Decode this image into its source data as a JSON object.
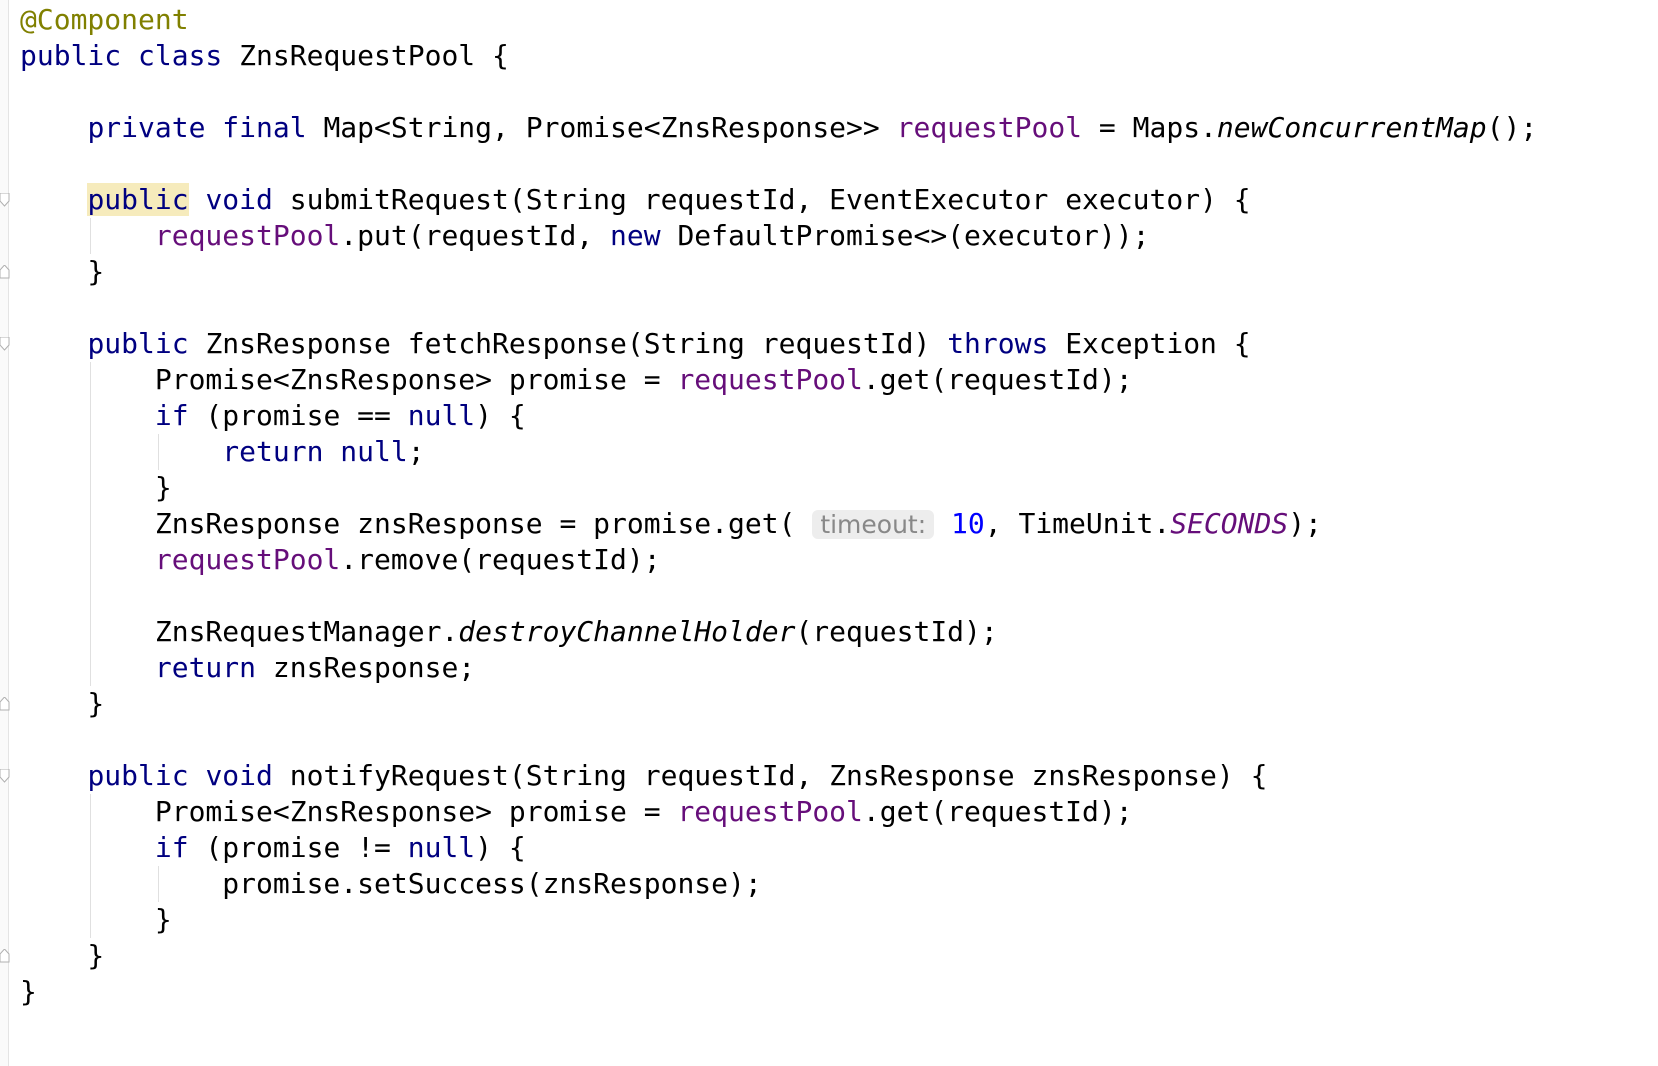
{
  "code_lines": [
    {
      "tokens": [
        {
          "t": "@Component",
          "c": "ann"
        }
      ]
    },
    {
      "tokens": [
        {
          "t": "public class",
          "c": "kw"
        },
        {
          "t": " ZnsRequestPool {"
        }
      ]
    },
    {
      "tokens": []
    },
    {
      "tokens": [
        {
          "t": "    "
        },
        {
          "t": "private final",
          "c": "kw"
        },
        {
          "t": " Map<String, Promise<ZnsResponse>> "
        },
        {
          "t": "requestPool",
          "c": "field"
        },
        {
          "t": " = Maps."
        },
        {
          "t": "newConcurrentMap",
          "c": "static-method"
        },
        {
          "t": "();"
        }
      ]
    },
    {
      "tokens": []
    },
    {
      "tokens": [
        {
          "t": "    "
        },
        {
          "t": "public",
          "c": "kw hl"
        },
        {
          "t": " "
        },
        {
          "t": "void",
          "c": "kw"
        },
        {
          "t": " submitRequest(String requestId, EventExecutor executor) {"
        }
      ]
    },
    {
      "tokens": [
        {
          "t": "        "
        },
        {
          "t": "requestPool",
          "c": "field"
        },
        {
          "t": ".put(requestId, "
        },
        {
          "t": "new",
          "c": "kw"
        },
        {
          "t": " DefaultPromise<>(executor));"
        }
      ]
    },
    {
      "tokens": [
        {
          "t": "    }"
        }
      ]
    },
    {
      "tokens": []
    },
    {
      "tokens": [
        {
          "t": "    "
        },
        {
          "t": "public",
          "c": "kw"
        },
        {
          "t": " ZnsResponse fetchResponse(String requestId) "
        },
        {
          "t": "throws",
          "c": "kw"
        },
        {
          "t": " Exception {"
        }
      ]
    },
    {
      "tokens": [
        {
          "t": "        Promise<ZnsResponse> promise = "
        },
        {
          "t": "requestPool",
          "c": "field"
        },
        {
          "t": ".get(requestId);"
        }
      ]
    },
    {
      "tokens": [
        {
          "t": "        "
        },
        {
          "t": "if",
          "c": "kw"
        },
        {
          "t": " (promise == "
        },
        {
          "t": "null",
          "c": "kw"
        },
        {
          "t": ") {"
        }
      ]
    },
    {
      "tokens": [
        {
          "t": "            "
        },
        {
          "t": "return null",
          "c": "kw"
        },
        {
          "t": ";"
        }
      ]
    },
    {
      "tokens": [
        {
          "t": "        }"
        }
      ]
    },
    {
      "tokens": [
        {
          "t": "        ZnsResponse znsResponse = promise.get( "
        },
        {
          "t": "timeout:",
          "c": "hint"
        },
        {
          "t": " "
        },
        {
          "t": "10",
          "c": "num"
        },
        {
          "t": ", TimeUnit."
        },
        {
          "t": "SECONDS",
          "c": "static-field"
        },
        {
          "t": ");"
        }
      ]
    },
    {
      "tokens": [
        {
          "t": "        "
        },
        {
          "t": "requestPool",
          "c": "field"
        },
        {
          "t": ".remove(requestId);"
        }
      ]
    },
    {
      "tokens": []
    },
    {
      "tokens": [
        {
          "t": "        ZnsRequestManager."
        },
        {
          "t": "destroyChannelHolder",
          "c": "static-method"
        },
        {
          "t": "(requestId);"
        }
      ]
    },
    {
      "tokens": [
        {
          "t": "        "
        },
        {
          "t": "return",
          "c": "kw"
        },
        {
          "t": " znsResponse;"
        }
      ]
    },
    {
      "tokens": [
        {
          "t": "    }"
        }
      ]
    },
    {
      "tokens": []
    },
    {
      "tokens": [
        {
          "t": "    "
        },
        {
          "t": "public void",
          "c": "kw"
        },
        {
          "t": " notifyRequest(String requestId, ZnsResponse znsResponse) {"
        }
      ]
    },
    {
      "tokens": [
        {
          "t": "        Promise<ZnsResponse> promise = "
        },
        {
          "t": "requestPool",
          "c": "field"
        },
        {
          "t": ".get(requestId);"
        }
      ]
    },
    {
      "tokens": [
        {
          "t": "        "
        },
        {
          "t": "if",
          "c": "kw"
        },
        {
          "t": " (promise != "
        },
        {
          "t": "null",
          "c": "kw"
        },
        {
          "t": ") {"
        }
      ]
    },
    {
      "tokens": [
        {
          "t": "            promise.setSuccess(znsResponse);"
        }
      ]
    },
    {
      "tokens": [
        {
          "t": "        }"
        }
      ]
    },
    {
      "tokens": [
        {
          "t": "    }"
        }
      ]
    },
    {
      "tokens": [
        {
          "t": "}"
        }
      ]
    }
  ],
  "colors": {
    "keyword": "#000080",
    "field": "#660e7a",
    "annotation": "#808000",
    "number": "#0000ff",
    "highlight": "#f6ebbc",
    "hint_text": "#888888",
    "hint_bg": "#ededed"
  },
  "icons": [
    "fold-start-icon",
    "fold-end-icon"
  ]
}
